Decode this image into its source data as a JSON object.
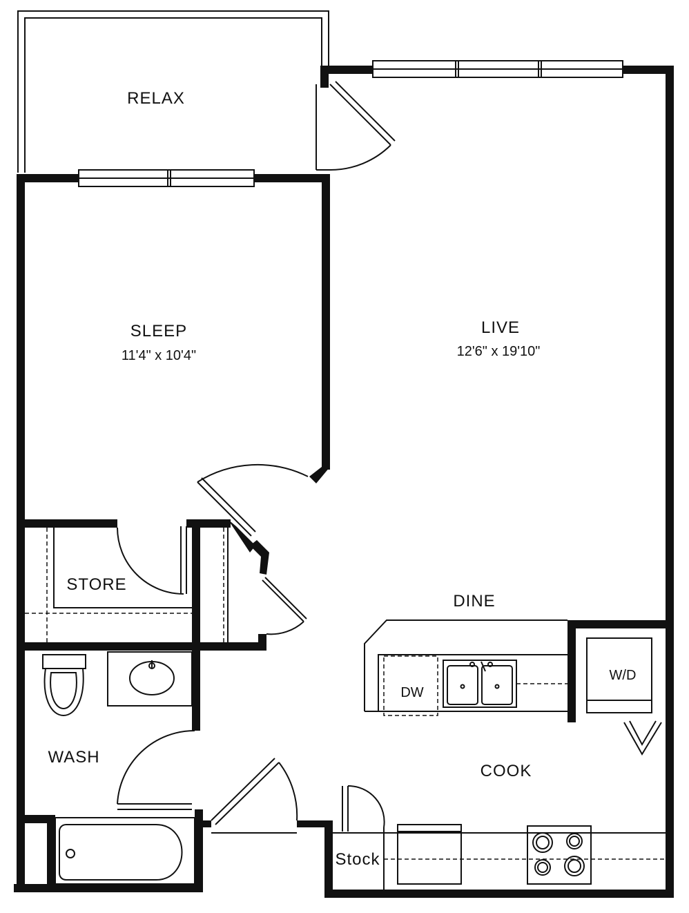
{
  "rooms": {
    "relax": {
      "label": "RELAX"
    },
    "sleep": {
      "label": "SLEEP",
      "dims": "11'4\" x 10'4\""
    },
    "live": {
      "label": "LIVE",
      "dims": "12'6\" x 19'10\""
    },
    "dine": {
      "label": "DINE"
    },
    "store": {
      "label": "STORE"
    },
    "wash": {
      "label": "WASH"
    },
    "cook": {
      "label": "COOK"
    },
    "stock": {
      "label": "Stock"
    }
  },
  "appliances": {
    "dishwasher": {
      "label": "DW"
    },
    "washer_dryer": {
      "label": "W/D"
    }
  },
  "colors": {
    "wall": "#111111",
    "background": "#ffffff"
  }
}
